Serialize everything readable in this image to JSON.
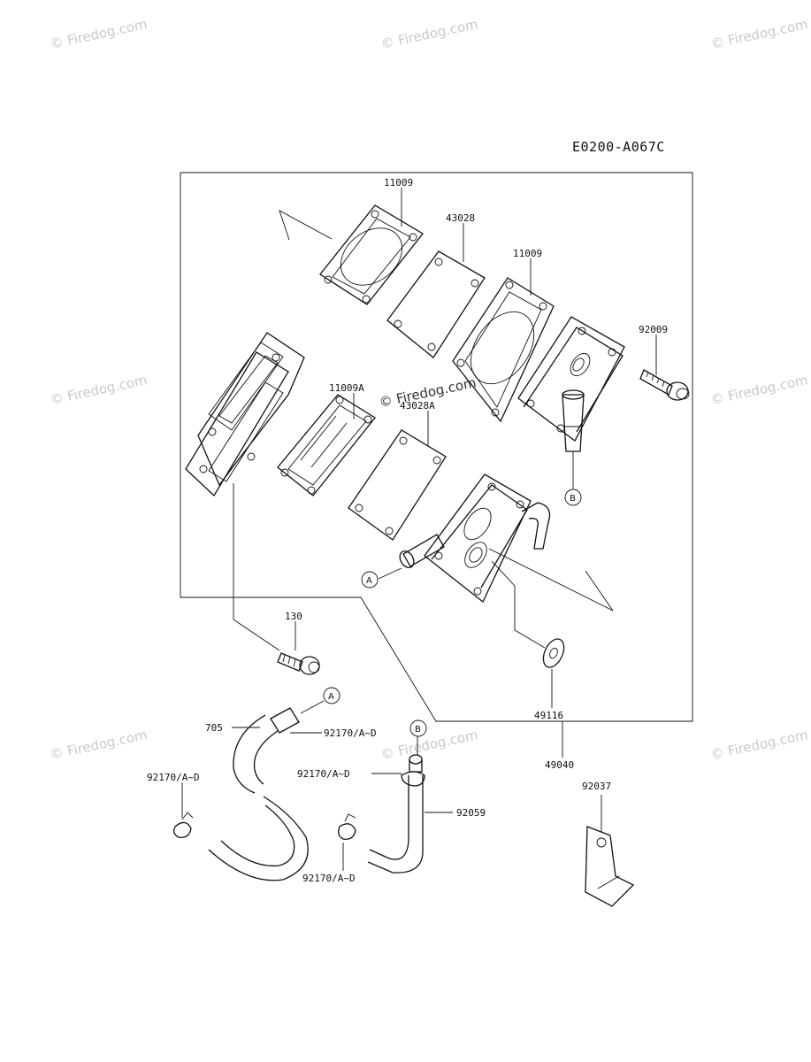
{
  "diagram_code": "E0200-A067C",
  "watermark_text": "© Firedog.com",
  "center_watermark_text": "© Firedog.com",
  "labels": {
    "gasket_top_1": "11009",
    "diaphragm_top": "43028",
    "gasket_top_2": "11009",
    "bolt_92009": "92009",
    "gasket_a": "11009A",
    "diaphragm_a": "43028A",
    "bolt_130": "130",
    "washer_49116": "49116",
    "pump_assy_49040": "49040",
    "tube_705": "705",
    "clamp_1": "92170/A~D",
    "clamp_2": "92170/A~D",
    "clamp_3": "92170/A~D",
    "clamp_4": "92170/A~D",
    "tube_92059": "92059",
    "bracket_92037": "92037"
  },
  "refs": {
    "a": "A",
    "b": "B"
  }
}
